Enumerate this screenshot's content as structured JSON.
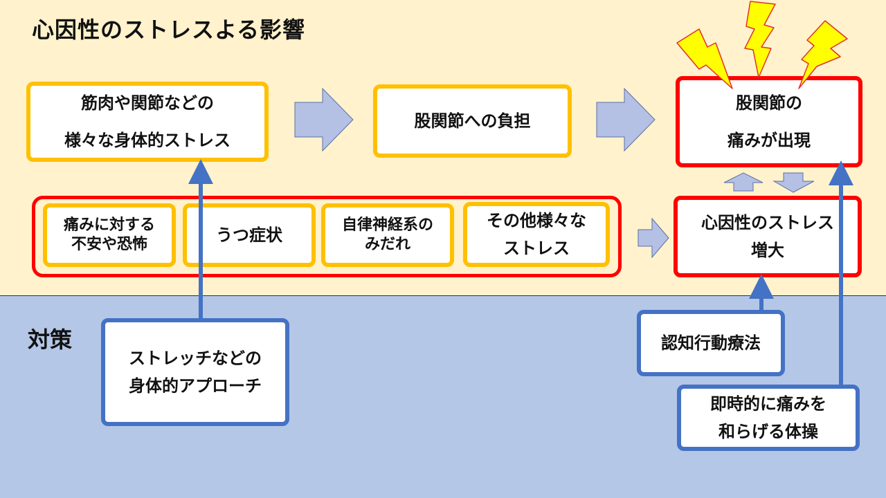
{
  "title": "心因性のストレスよる影響",
  "section_label": "対策",
  "boxes": {
    "physical_stress": [
      "筋肉や関節などの",
      "様々な身体的ストレス"
    ],
    "hip_burden": [
      "股関節への負担"
    ],
    "pain_appears": [
      "股関節の",
      "痛みが出現"
    ],
    "anxiety": [
      "痛みに対する",
      "不安や恐怖"
    ],
    "depression": [
      "うつ症状"
    ],
    "autonomic": [
      "自律神経系の",
      "みだれ"
    ],
    "other_stress": [
      "その他様々な",
      "ストレス"
    ],
    "stress_increase": [
      "心因性のストレス",
      "増大"
    ],
    "stretch": [
      "ストレッチなどの",
      "身体的アプローチ"
    ],
    "cbt": [
      "認知行動療法"
    ],
    "exercise": [
      "即時的に痛みを",
      "和らげる体操"
    ]
  },
  "colors": {
    "background_top": "#fff2cc",
    "background_bottom": "#b4c7e7",
    "orange_border": "#ffc000",
    "red_border": "#ff0000",
    "blue_border": "#4472c4",
    "block_arrow": "#b4c0e4",
    "lightning_fill": "#ffff00",
    "lightning_stroke": "#e03030"
  },
  "icons": [
    "lightning-icon",
    "block-arrow-right-icon",
    "block-arrow-up-icon",
    "block-arrow-down-icon",
    "arrow-up-icon"
  ]
}
